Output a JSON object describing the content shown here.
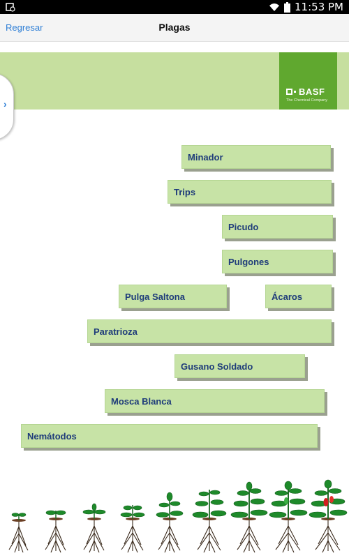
{
  "status_bar": {
    "time": "11:53 PM",
    "icons": [
      "notification-icon",
      "wifi-icon",
      "battery-icon"
    ]
  },
  "nav": {
    "back_label": "Regresar",
    "title": "Plagas"
  },
  "banner": {
    "logo_text": "BASF",
    "logo_tagline": "The Chemical Company"
  },
  "side_tab": {
    "icon": "chevron-right-icon"
  },
  "pests": [
    {
      "id": "minador",
      "label": "Minador"
    },
    {
      "id": "trips",
      "label": "Trips"
    },
    {
      "id": "picudo",
      "label": "Picudo"
    },
    {
      "id": "pulgones",
      "label": "Pulgones"
    },
    {
      "id": "pulga-saltona",
      "label": "Pulga Saltona"
    },
    {
      "id": "acaros",
      "label": "Ácaros"
    },
    {
      "id": "paratrioza",
      "label": "Paratrioza"
    },
    {
      "id": "gusano-soldado",
      "label": "Gusano Soldado"
    },
    {
      "id": "mosca-blanca",
      "label": "Mosca Blanca"
    },
    {
      "id": "nematodos",
      "label": "Nemátodos"
    }
  ],
  "colors": {
    "banner": "#c6df9f",
    "logo_background": "#60a82f",
    "button_fill": "#c7e3a6",
    "button_text": "#1f3c7a",
    "link": "#2f7fd6"
  }
}
